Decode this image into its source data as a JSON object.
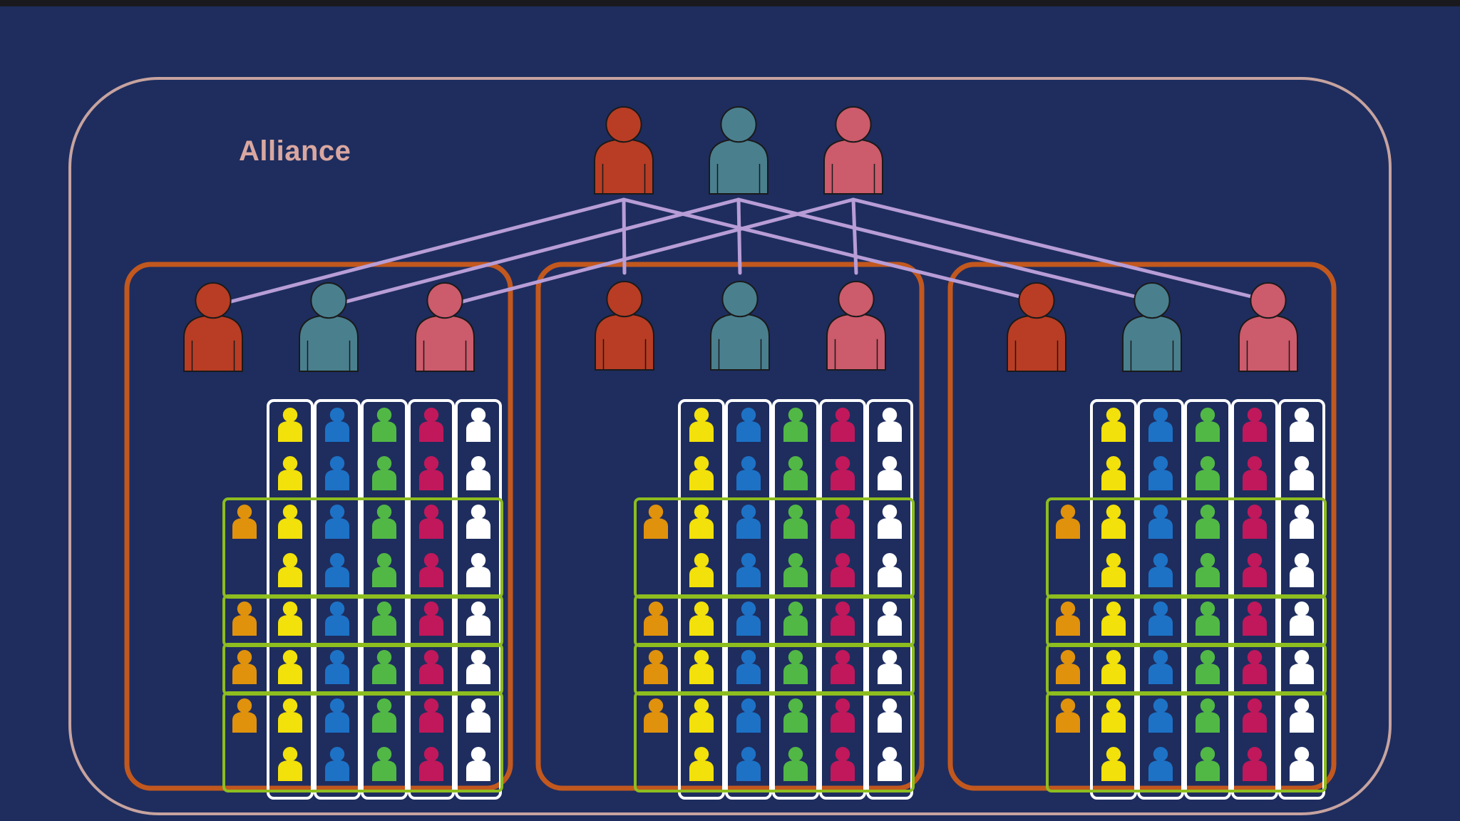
{
  "alliance": {
    "label": "Alliance"
  },
  "colors": {
    "background": "#1e2d5e",
    "alliance_border": "#c7a39f",
    "group_border": "#c2581e",
    "connector": "#b89dd6",
    "column_border": "#ffffff",
    "row_border": "#8dbd1f",
    "leader_red": "#b83d24",
    "leader_teal": "#4a7f8e",
    "leader_pink": "#cc5b6c",
    "member_orange": "#e0920c",
    "member_yellow": "#f2e10a",
    "member_blue": "#1d72c6",
    "member_green": "#52b845",
    "member_magenta": "#c0185b",
    "member_white": "#ffffff"
  },
  "leaders": [
    {
      "name": "leader-red-icon",
      "color": "leader_red"
    },
    {
      "name": "leader-teal-icon",
      "color": "leader_teal"
    },
    {
      "name": "leader-pink-icon",
      "color": "leader_pink"
    }
  ],
  "groups": [
    {
      "name": "group-1"
    },
    {
      "name": "group-2"
    },
    {
      "name": "group-3"
    }
  ],
  "member_columns": [
    {
      "name": "yellow",
      "color": "member_yellow"
    },
    {
      "name": "blue",
      "color": "member_blue"
    },
    {
      "name": "green",
      "color": "member_green"
    },
    {
      "name": "magenta",
      "color": "member_magenta"
    },
    {
      "name": "white",
      "color": "member_white"
    }
  ],
  "member_rows": 8,
  "outlier_color": "member_orange",
  "outlier_rows": [
    2,
    4,
    5,
    6
  ],
  "row_groups": [
    [
      2,
      3
    ],
    [
      4
    ],
    [
      5
    ],
    [
      6,
      7
    ]
  ]
}
